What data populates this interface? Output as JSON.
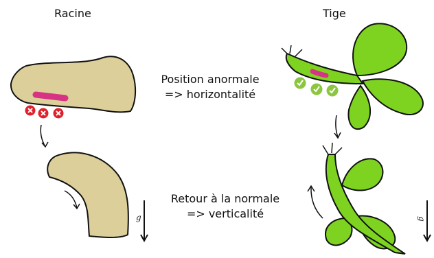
{
  "titles": {
    "root": "Racine",
    "stem": "Tige"
  },
  "captions": {
    "abnormal_line1": "Position anormale",
    "abnormal_line2": "=> horizontalité",
    "normal_line1": "Retour à la normale",
    "normal_line2": "=> verticalité"
  },
  "gravity": {
    "left_label": "g",
    "right_label": "g"
  },
  "colors": {
    "root_fill": "#DDCF9A",
    "stem_fill": "#7ED321",
    "marker": "#D63384",
    "cross": "#E0202A",
    "check": "#8CC63F",
    "outline": "#111111"
  },
  "icons": {
    "bad": "cross-circle-icon",
    "good": "check-circle-icon"
  }
}
